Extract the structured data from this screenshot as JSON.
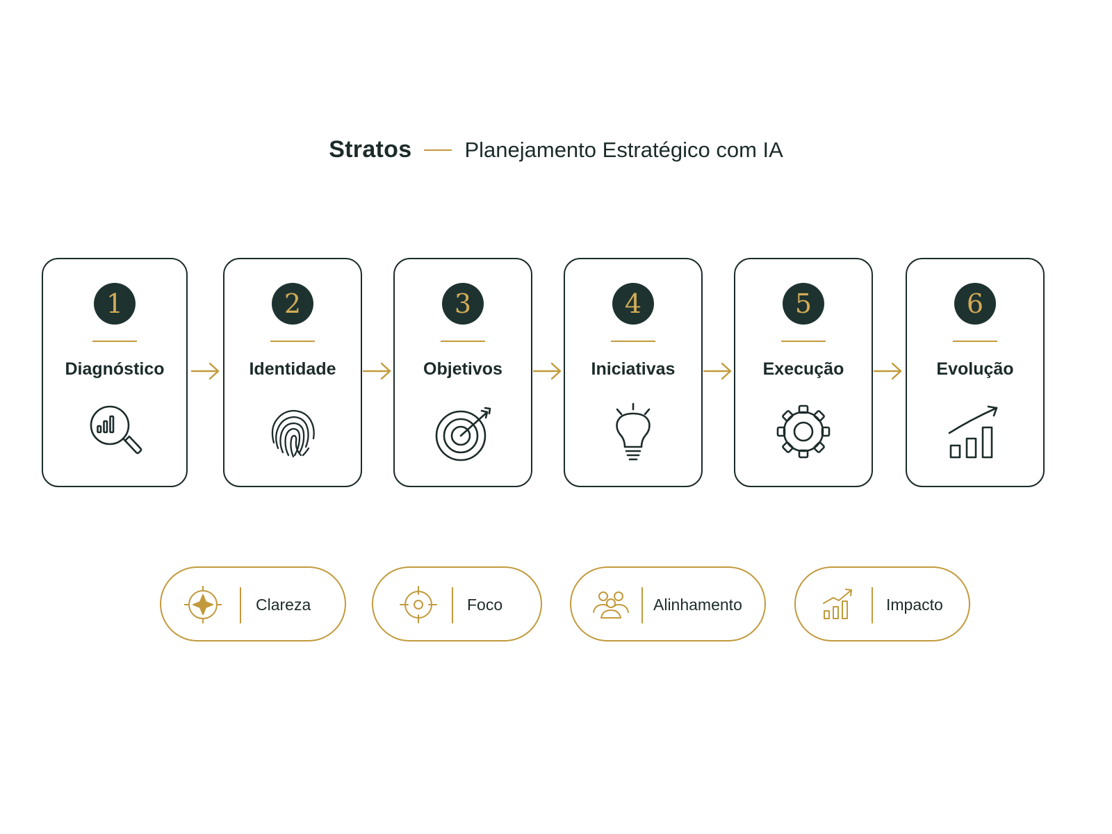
{
  "header": {
    "brand": "Stratos",
    "tagline": "Planejamento Estratégico com IA"
  },
  "steps": [
    {
      "number": "1",
      "title": "Diagnóstico",
      "icon": "magnifier-chart-icon"
    },
    {
      "number": "2",
      "title": "Identidade",
      "icon": "fingerprint-icon"
    },
    {
      "number": "3",
      "title": "Objetivos",
      "icon": "target-arrow-icon"
    },
    {
      "number": "4",
      "title": "Iniciativas",
      "icon": "lightbulb-icon"
    },
    {
      "number": "5",
      "title": "Execução",
      "icon": "gear-icon"
    },
    {
      "number": "6",
      "title": "Evolução",
      "icon": "growth-chart-icon"
    }
  ],
  "values": [
    {
      "label": "Clareza",
      "icon": "compass-icon"
    },
    {
      "label": "Foco",
      "icon": "crosshair-icon"
    },
    {
      "label": "Alinhamento",
      "icon": "team-icon"
    },
    {
      "label": "Impacto",
      "icon": "growth-chart-icon"
    }
  ],
  "colors": {
    "dark": "#1c2b2a",
    "number_circle": "#1e3330",
    "gold": "#c29a3c"
  }
}
